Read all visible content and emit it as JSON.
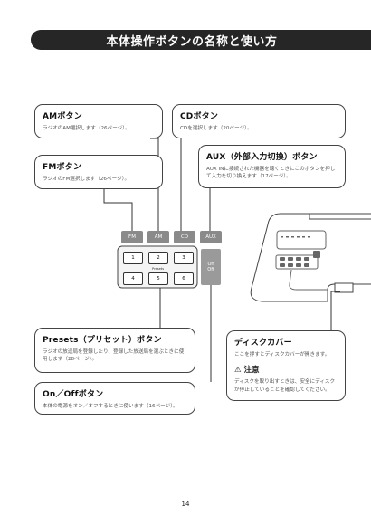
{
  "title": "本体操作ボタンの名称と使い方",
  "callouts": {
    "am": {
      "heading": "AMボタン",
      "body": "ラジオのAM選択します（26ページ）。"
    },
    "fm": {
      "heading": "FMボタン",
      "body": "ラジオのFM選択します（26ページ）。"
    },
    "cd": {
      "heading": "CDボタン",
      "body": "CDを選択します（20ページ）。"
    },
    "aux": {
      "heading": "AUX（外部入力切換）ボタン",
      "body": "AUX INに接続された機器を聴くときにこのボタンを押して入力を切り換えます（17ページ）。"
    },
    "presets": {
      "heading": "Presets（プリセット）ボタン",
      "body": "ラジオの放送局を登録したり、登録した放送局を選ぶときに使用します（28ページ）。"
    },
    "onoff": {
      "heading": "On／Offボタン",
      "body": "本体の電源をオン／オフするときに使います（16ページ）。"
    },
    "disc": {
      "heading": "ディスクカバー",
      "body": "ここを押すとディスクカバーが開きます。",
      "warning_heading": "注意",
      "warning_body": "ディスクを取り出すときは、安全にディスクが停止していることを確認してください。"
    }
  },
  "panel": {
    "top_buttons": [
      "FM",
      "AM",
      "CD",
      "AUX"
    ],
    "preset_buttons": [
      "1",
      "2",
      "3",
      "4",
      "5",
      "6"
    ],
    "presets_label": "Presets",
    "onoff_line1": "On",
    "onoff_line2": "Off"
  },
  "page_number": "14"
}
